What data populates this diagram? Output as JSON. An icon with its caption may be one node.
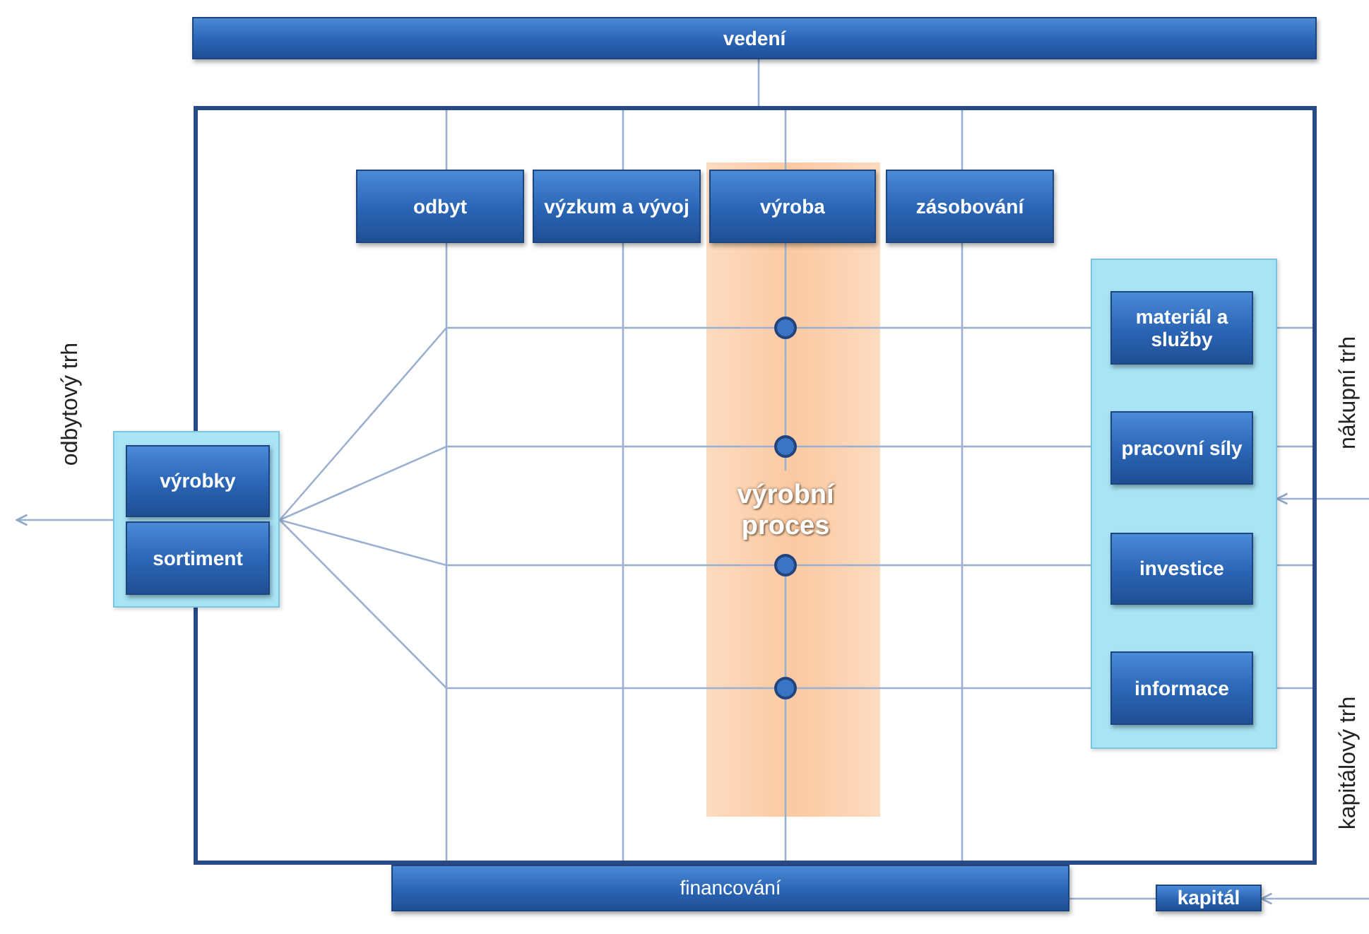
{
  "diagram": {
    "nodes": [
      {
        "text": [
          "vedení"
        ]
      },
      {
        "text": [],
        "shape": "box"
      },
      {
        "text": [
          "odbyt"
        ],
        "in": 1
      },
      {
        "text": [
          "výzkum a vývoj"
        ],
        "in": 1
      },
      {
        "text": [
          "výroba"
        ],
        "in": 1
      },
      {
        "text": [
          "zásobování"
        ],
        "in": 1
      },
      {
        "text": [],
        "shape": "box"
      },
      {
        "text": [
          "výrobky"
        ],
        "in": 6
      },
      {
        "text": [
          "sortiment"
        ],
        "in": 6
      },
      {
        "text": [],
        "shape": "box",
        "in": 1
      },
      {
        "text": [
          "materiál a služby"
        ],
        "in": 9
      },
      {
        "text": [
          "pracovní síly"
        ],
        "in": 9
      },
      {
        "text": [
          "investice"
        ],
        "in": 9
      },
      {
        "text": [
          "informace"
        ],
        "in": 9
      },
      {
        "text": [],
        "shape": "circle",
        "in": 1
      },
      {
        "text": [],
        "shape": "circle",
        "in": 1
      },
      {
        "text": [],
        "shape": "circle",
        "in": 1
      },
      {
        "text": [],
        "shape": "circle",
        "in": 1
      },
      {
        "text": [
          "financování"
        ]
      },
      {
        "text": [
          "kapitál"
        ]
      }
    ],
    "edges": [
      {
        "from": 0,
        "to": 1,
        "arrow": "none"
      },
      {
        "from": 6,
        "to": null,
        "arrow": "to"
      },
      {
        "from": null,
        "to": 9,
        "arrow": "to"
      },
      {
        "from": null,
        "to": 19,
        "arrow": "to"
      },
      {
        "from": 19,
        "to": 18,
        "arrow": "none"
      },
      {
        "from": 6,
        "to": 14,
        "arrow": "none"
      },
      {
        "from": 6,
        "to": 15,
        "arrow": "none"
      },
      {
        "from": 6,
        "to": 16,
        "arrow": "none"
      },
      {
        "from": 6,
        "to": 17,
        "arrow": "none"
      },
      {
        "from": 14,
        "to": 9,
        "arrow": "none"
      },
      {
        "from": 15,
        "to": 9,
        "arrow": "none"
      },
      {
        "from": 16,
        "to": 9,
        "arrow": "none"
      },
      {
        "from": 17,
        "to": 9,
        "arrow": "none"
      }
    ],
    "labels": [
      "odbytový trh",
      "výrobní proces",
      "nákupní trh",
      "kapitálový trh"
    ]
  }
}
